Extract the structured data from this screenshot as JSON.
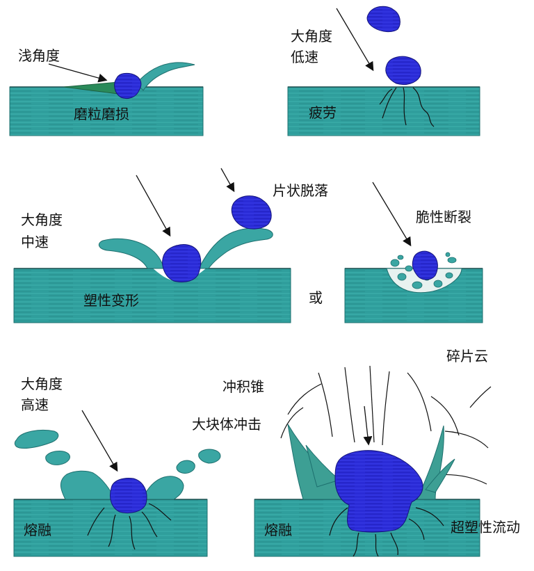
{
  "colors": {
    "block": "#2f9e9c",
    "block_dark": "#1d6f6e",
    "particle": "#2a2bd6",
    "cone": "#3d9f94",
    "shallow_wedge": "#2a8a5a"
  },
  "panels": {
    "shallow": {
      "angle_label": "浅角度",
      "mechanism": "磨粒磨损"
    },
    "fatigue": {
      "angle_label_1": "大角度",
      "angle_label_2": "低速",
      "mechanism": "疲劳"
    },
    "plastic": {
      "angle_label_1": "大角度",
      "angle_label_2": "中速",
      "mechanism": "塑性变形",
      "flake_label": "片状脱落"
    },
    "or_label": "或",
    "brittle": {
      "mechanism": "脆性断裂"
    },
    "melt": {
      "angle_label_1": "大角度",
      "angle_label_2": "高速",
      "mechanism": "熔融"
    },
    "bulk": {
      "debris_label": "碎片云",
      "cone_label": "冲积锥",
      "impact_label": "大块体冲击",
      "melt_label": "熔融",
      "flow_label": "超塑性流动"
    }
  }
}
